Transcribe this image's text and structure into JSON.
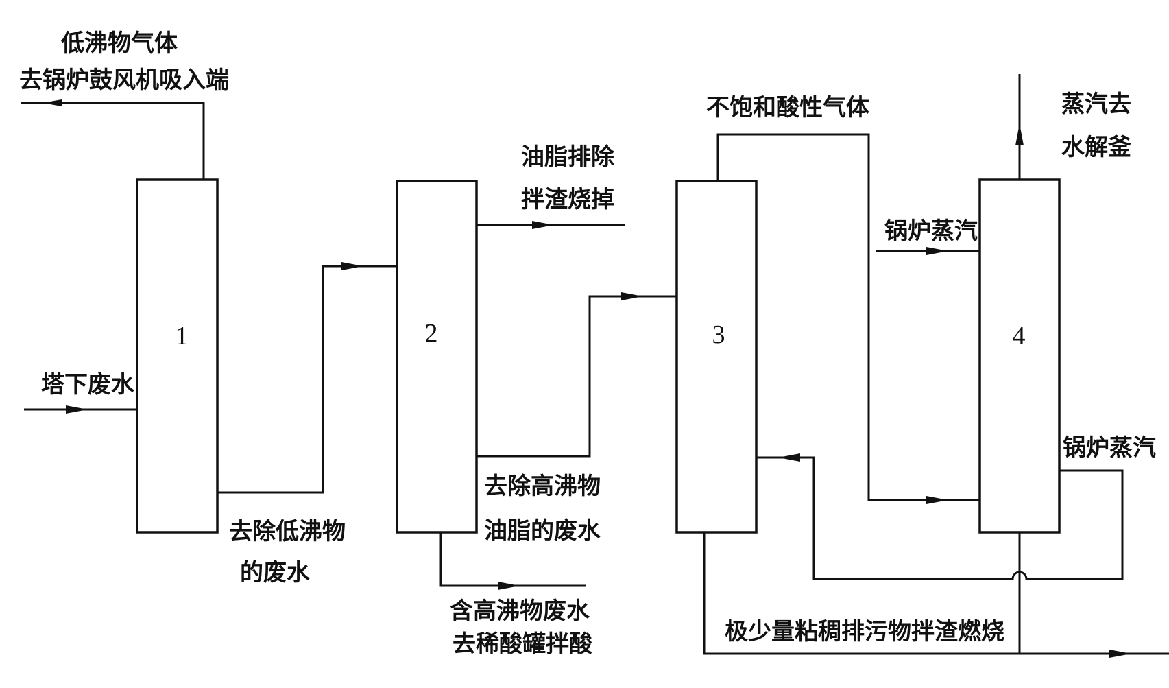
{
  "columns": [
    {
      "id": "1",
      "label": "1"
    },
    {
      "id": "2",
      "label": "2"
    },
    {
      "id": "3",
      "label": "3"
    },
    {
      "id": "4",
      "label": "4"
    }
  ],
  "labels": {
    "low_boil_gas_l1": "低沸物气体",
    "low_boil_gas_l2": "去锅炉鼓风机吸入端",
    "feed_wastewater": "塔下废水",
    "after1_l1": "去除低沸物",
    "after1_l2": "的废水",
    "oil_l1": "油脂排除",
    "oil_l2": "拌渣烧掉",
    "after2_l1": "去除高沸物",
    "after2_l2": "油脂的废水",
    "highboil_l1": "含高沸物废水",
    "highboil_l2": "去稀酸罐拌酸",
    "acid_gas": "不饱和酸性气体",
    "steam_out_l1": "蒸汽去",
    "steam_out_l2": "水解釜",
    "boiler_steam_top": "锅炉蒸汽",
    "boiler_steam_bottom": "锅炉蒸汽",
    "sludge": "极少量粘稠排污物拌渣燃烧"
  },
  "colors": {
    "line": "#111111",
    "background": "#ffffff"
  }
}
